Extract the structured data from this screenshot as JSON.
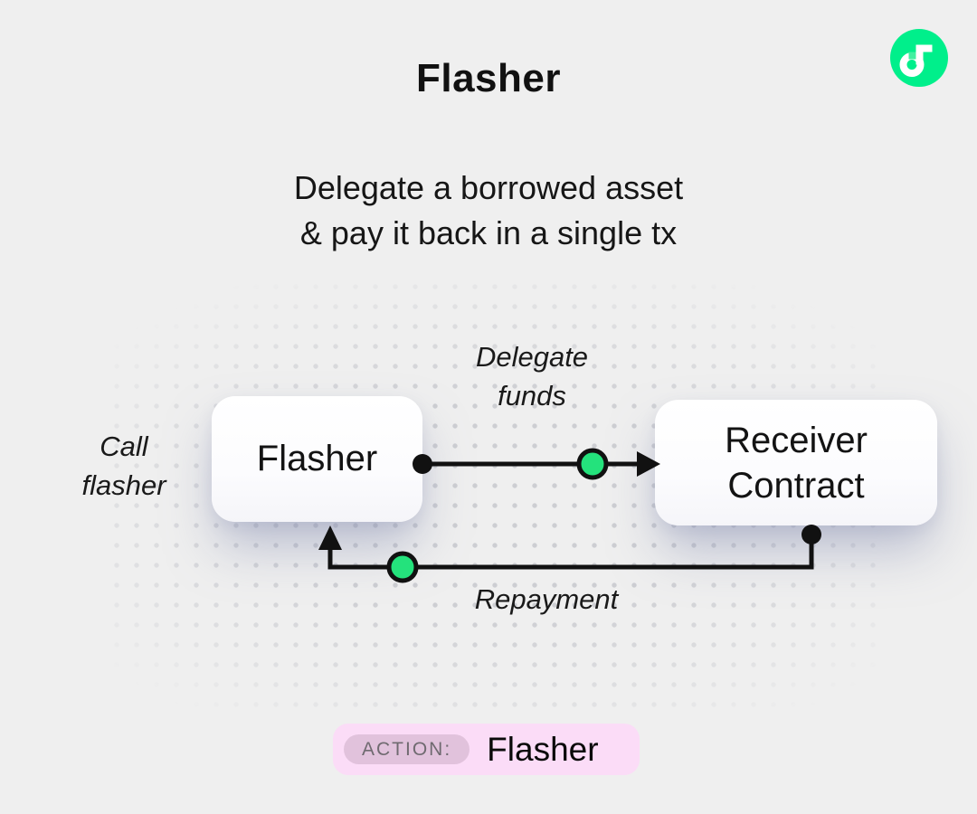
{
  "header": {
    "title": "Flasher",
    "subtitle_line1": "Delegate a borrowed asset",
    "subtitle_line2": "& pay it back in a single tx"
  },
  "logo": {
    "name": "flow-logo",
    "brand_green": "#00ef8b"
  },
  "diagram": {
    "flasher_node": {
      "label": "Flasher"
    },
    "receiver_node": {
      "label_line1": "Receiver",
      "label_line2": "Contract"
    },
    "call_label": {
      "line1": "Call",
      "line2": "flasher"
    },
    "delegate_label": {
      "line1": "Delegate",
      "line2": "funds"
    },
    "repayment_label": "Repayment",
    "colors": {
      "connector_black": "#111111",
      "node_dot_green": "#24e27c",
      "dot_grid_gray": "#c8c9ce"
    }
  },
  "action_badge": {
    "label": "ACTION:",
    "value": "Flasher",
    "outer_bg": "#fbdcf7",
    "inner_bg": "#e1c2dc"
  }
}
